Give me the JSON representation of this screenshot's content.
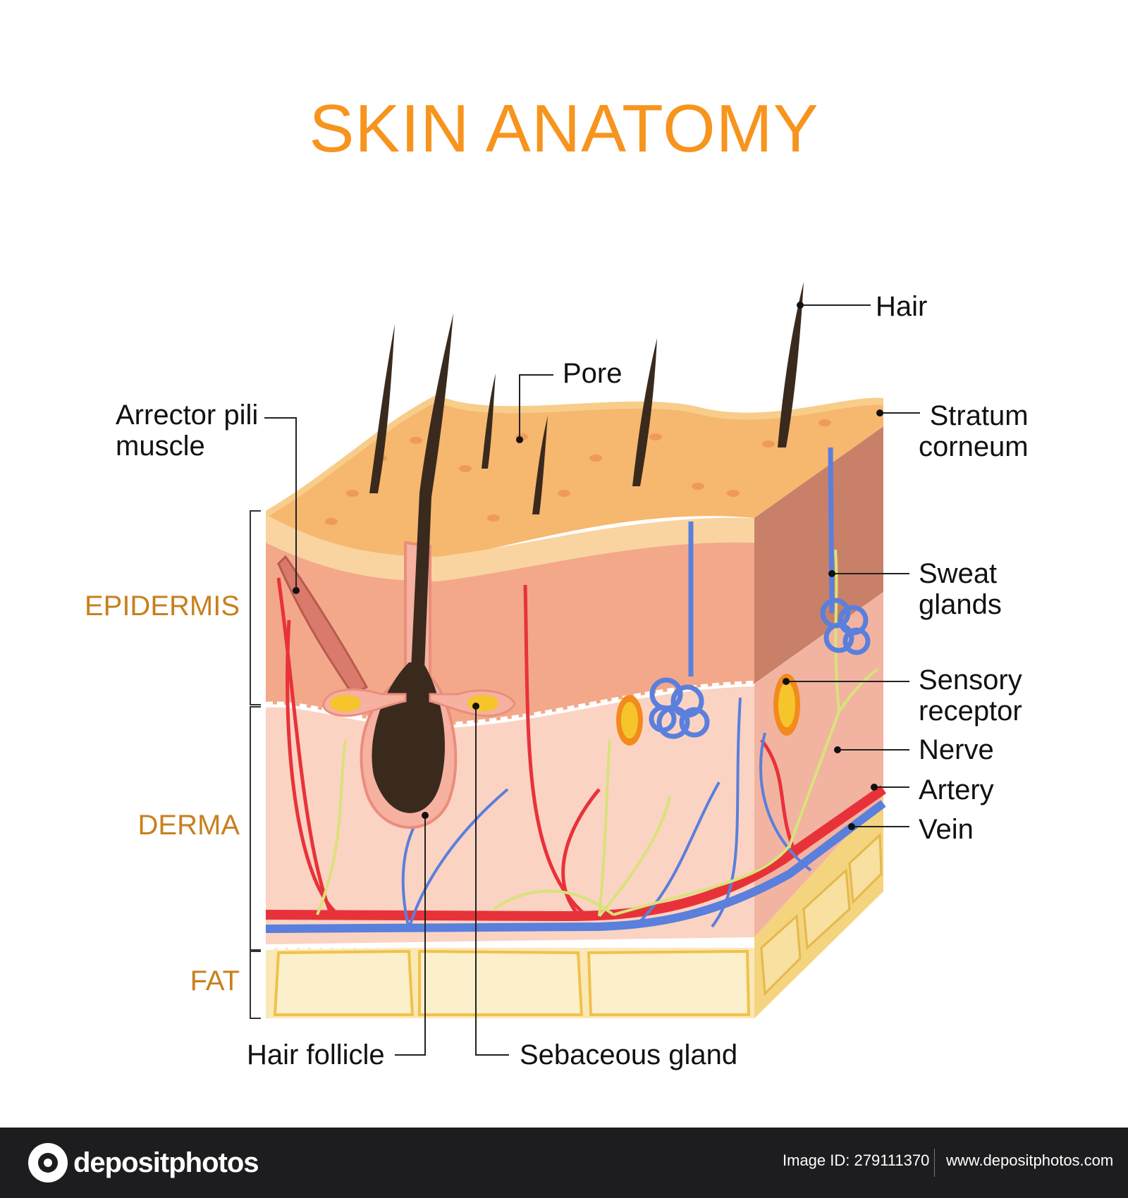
{
  "title": "SKIN ANATOMY",
  "layers": {
    "epidermis": "EPIDERMIS",
    "derma": "DERMA",
    "fat": "FAT"
  },
  "labels": {
    "hair": "Hair",
    "pore": "Pore",
    "arrector_pili_line1": "Arrector pili",
    "arrector_pili_line2": "muscle",
    "stratum_line1": "Stratum",
    "stratum_line2": "corneum",
    "sweat_line1": "Sweat",
    "sweat_line2": "glands",
    "sensory_line1": "Sensory",
    "sensory_line2": "receptor",
    "nerve": "Nerve",
    "artery": "Artery",
    "vein": "Vein",
    "hair_follicle": "Hair follicle",
    "sebaceous_gland": "Sebaceous gland"
  },
  "footer": {
    "brand": "depositphotos",
    "image_id": "Image ID: 279111370",
    "site": "www.depositphotos.com"
  },
  "colors": {
    "title": "#f7941d",
    "layer_labels": "#c8801e",
    "surface": "#f7c27d",
    "epidermis": "#f3a88a",
    "derma": "#fbd3c3",
    "fat": "#fbe8b8",
    "artery": "#e8323a",
    "vein": "#5a7fdc",
    "nerve": "#d9e27a",
    "hair": "#3a2a1e"
  }
}
